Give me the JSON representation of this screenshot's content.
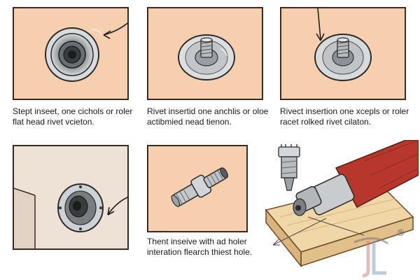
{
  "colors": {
    "panel_fill": "#F6CFAE",
    "panel_border": "#3B2A22",
    "wall_fill": "#EEE2D6",
    "tool_red": "#B8372D",
    "wood": "#F0D7A8",
    "metal": "#C9CCCF"
  },
  "captions": [
    {
      "line1": "Stept inseet, one cichols or roler",
      "line2": "flat head rivet vcieton."
    },
    {
      "line1": "Rivet insertid one anchlis or oloe",
      "line2": "actibmied nead tienon."
    },
    {
      "line1": "Rivect insertion one xcepls or roler",
      "line2": "racet rolked rivet cilaton."
    },
    {
      "line1": "Thent inseive with ad holer",
      "line2": "interation flearch thiest hole."
    }
  ],
  "watermark": {
    "registered_mark": "®"
  },
  "icons": [
    "curved-arrow-icon",
    "rivet-washer-icon",
    "rivet-insert-icon",
    "down-arrow-icon",
    "flanged-rivet-icon",
    "rivet-adapter-icon",
    "power-drill-icon",
    "drill-bit-icon",
    "watermark-logo-icon"
  ]
}
